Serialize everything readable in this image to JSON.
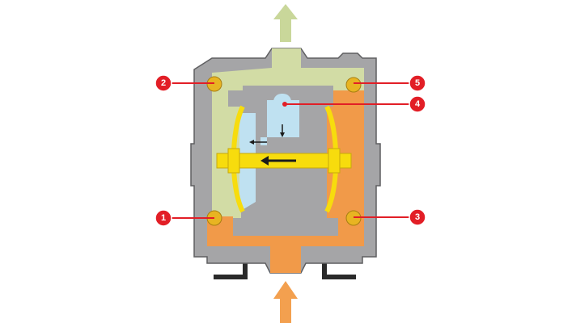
{
  "colors": {
    "background": "#ffffff",
    "housing": "#a5a5a7",
    "housing_edge": "#5f5f61",
    "discharge": "#d2dca5",
    "suction": "#f19a49",
    "air": "#bfe1f1",
    "diaphragm": "#f7dc0d",
    "ball": "#e8b422",
    "callout": "#e21e26",
    "dark": "#1b1b1b",
    "outlet_arrow": "#c9d79a",
    "inlet_arrow": "#f3a04f"
  },
  "icons": {
    "outlet": "up-arrow-icon",
    "inlet": "up-arrow-icon",
    "flow": "left-arrow-icon"
  },
  "callouts": [
    {
      "id": "c1",
      "number": "1"
    },
    {
      "id": "c2",
      "number": "2"
    },
    {
      "id": "c3",
      "number": "3"
    },
    {
      "id": "c4",
      "number": "4"
    },
    {
      "id": "c5",
      "number": "5"
    }
  ]
}
